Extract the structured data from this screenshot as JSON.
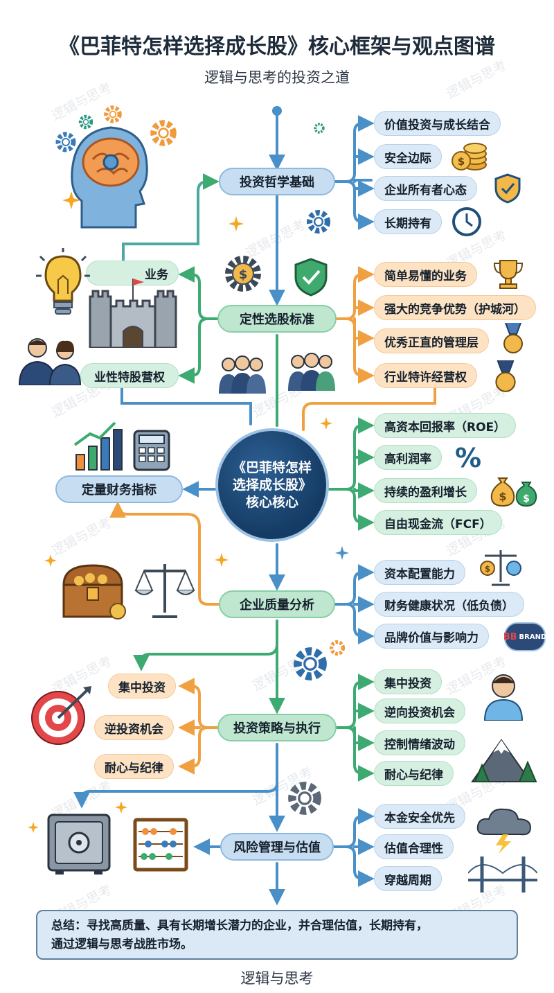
{
  "header": {
    "title": "《巴菲特怎样选择成长股》核心框架与观点图谱",
    "subtitle": "逻辑与思考的投资之道"
  },
  "core": {
    "line1": "《巴菲特怎样",
    "line2": "选择成长股》",
    "line3": "核心核心"
  },
  "categories": {
    "philosophy": "投资哲学基础",
    "qualitative": "定性选股标准",
    "quantitative": "定量财务指标",
    "quality": "企业质量分析",
    "strategy": "投资策略与执行",
    "risk": "风险管理与估值"
  },
  "philosophy_items": [
    "价值投资与成长结合",
    "安全边际",
    "企业所有者心态",
    "长期持有"
  ],
  "qualitative_items": [
    "简单易懂的业务",
    "强大的竞争优势（护城河）",
    "优秀正直的管理层",
    "行业特许经营权"
  ],
  "qualitative_left": [
    "业务",
    "业性特股营权"
  ],
  "quantitative_items": [
    "高资本回报率（ROE）",
    "高利润率",
    "持续的盈利增长",
    "自由现金流（FCF）"
  ],
  "quality_items": [
    "资本配置能力",
    "财务健康状况（低负债）",
    "品牌价值与影响力"
  ],
  "strategy_left": [
    "集中投资",
    "逆投资机会",
    "耐心与纪律"
  ],
  "strategy_right": [
    "集中投资",
    "逆向投资机会",
    "控制情绪波动",
    "耐心与纪律"
  ],
  "risk_items": [
    "本金安全优先",
    "估值合理性",
    "穿越周期"
  ],
  "icons": {
    "percent": "%",
    "dollar": "$",
    "brand_badge_line1": "BB",
    "brand_badge_line2": "BRAND"
  },
  "summary": {
    "line1": "总结：寻找高质量、具有长期增长潜力的企业，并合理估值，长期持有，",
    "line2": "通过逻辑与思考战胜市场。"
  },
  "footer": "逻辑与思考",
  "watermark": "逻辑与思考",
  "colors": {
    "blue": "#4a90c8",
    "green": "#3daa72",
    "orange": "#f0a040",
    "navy": "#1a4a7a"
  }
}
